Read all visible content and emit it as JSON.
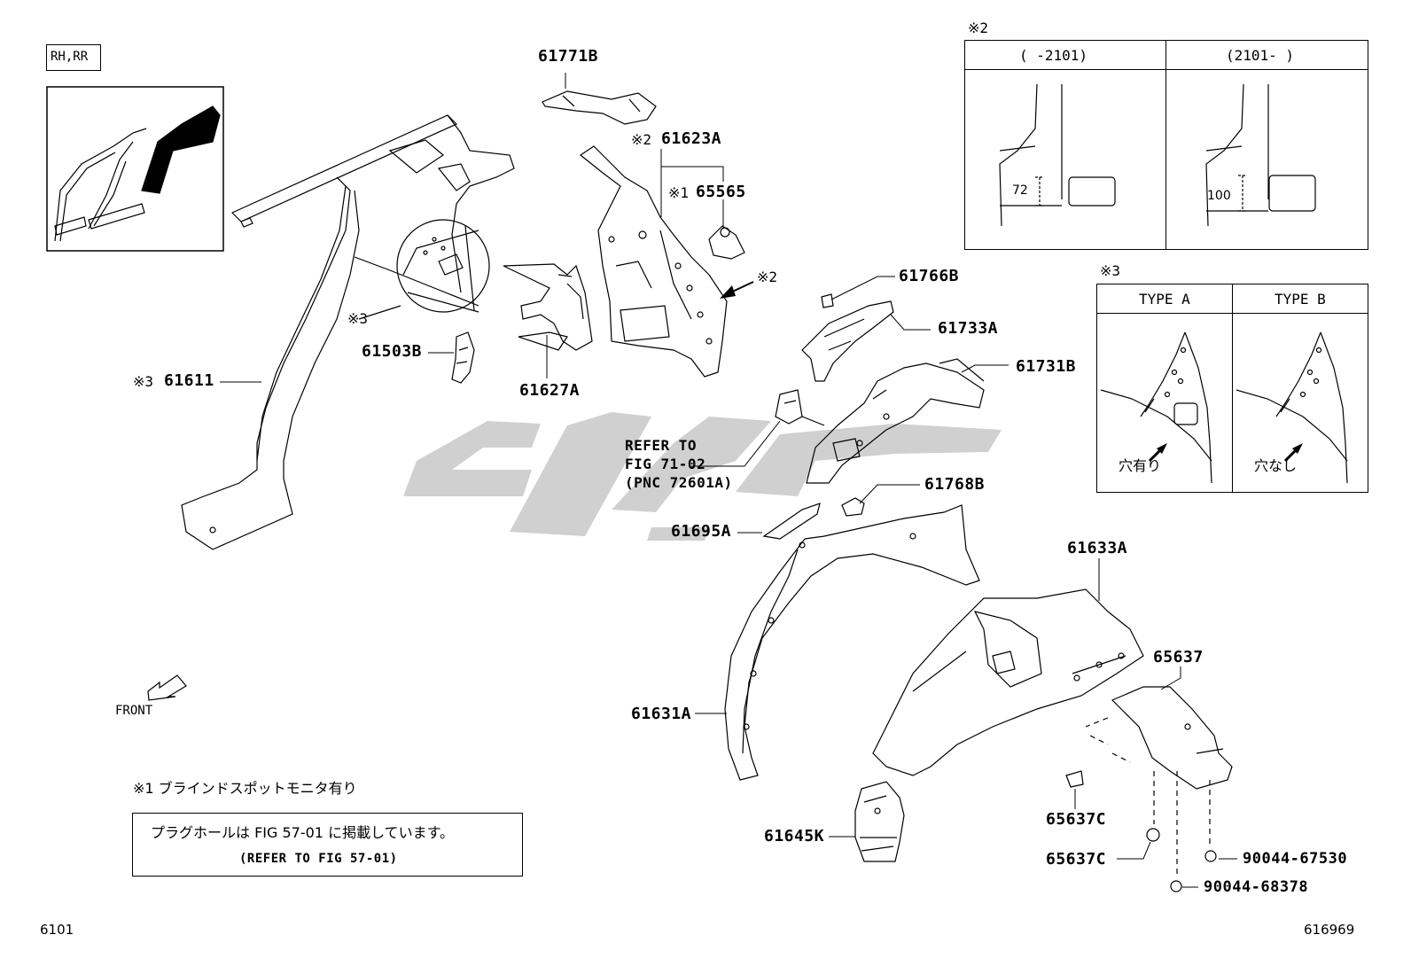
{
  "region_label": "RH,RR",
  "parts": {
    "p61771B": "61771B",
    "p61623A": "61623A",
    "p65565": "65565",
    "p61766B": "61766B",
    "p61733A": "61733A",
    "p61731B": "61731B",
    "p61503B": "61503B",
    "p61627A": "61627A",
    "p61611": "61611",
    "p61768B": "61768B",
    "p61695A": "61695A",
    "p61633A": "61633A",
    "p61631A": "61631A",
    "p65637": "65637",
    "p65637C_a": "65637C",
    "p65637C_b": "65637C",
    "p61645K": "61645K",
    "p90044_67530": "90044-67530",
    "p90044_68378": "90044-68378"
  },
  "marks": {
    "m2_61623A": "※2",
    "m1_65565": "※1",
    "m2_arrow": "※2",
    "m3_circle": "※3",
    "m3_61611": "※3"
  },
  "refer": {
    "line1": "REFER TO",
    "line2": "FIG 71-02",
    "line3": "(PNC 72601A)"
  },
  "front_label": "FRONT",
  "note1": "※1 ブラインドスポットモニタ有り",
  "plug_note": {
    "jp": "プラグホールは FIG 57-01 に掲載しています。",
    "en": "(REFER TO FIG 57-01)"
  },
  "box2": {
    "mark": "※2",
    "col1_header": "(    -2101)",
    "col2_header": "(2101-    )",
    "dim1": "72",
    "dim2": "100"
  },
  "box3": {
    "mark": "※3",
    "col1_header": "TYPE A",
    "col2_header": "TYPE B",
    "label_a": "穴有り",
    "label_b": "穴なし"
  },
  "page_code_left": "6101",
  "page_code_right": "616969"
}
